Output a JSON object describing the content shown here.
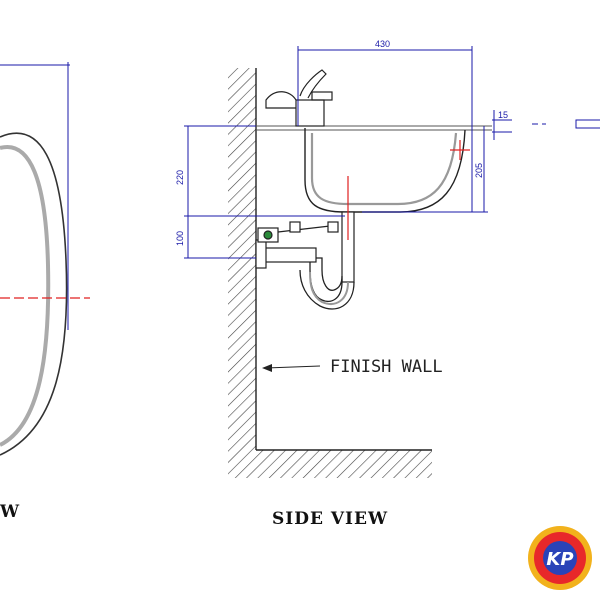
{
  "labels": {
    "finish_wall": "FINISH WALL",
    "side_view": "SIDE VIEW",
    "front_view_partial": "W"
  },
  "dimensions": {
    "width": "430",
    "rim": "15",
    "bowl_depth": "205",
    "height": "220",
    "trap": "100"
  },
  "logo": {
    "text": "KP"
  },
  "colors": {
    "line": "#222222",
    "dimension": "#1a1aa8",
    "centerline": "#e02020",
    "logo_ring": "#f2b21c",
    "logo_red": "#e8282a",
    "logo_blue": "#2a43b8"
  }
}
